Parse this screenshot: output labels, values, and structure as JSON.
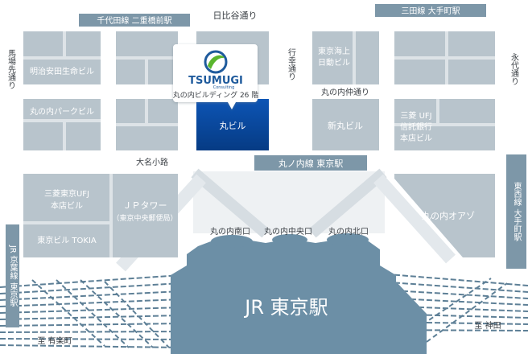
{
  "colors": {
    "background": "#ffffff",
    "block": "#b8c4cc",
    "block_edge": "#dde3e7",
    "road_area": "#eef1f3",
    "label_box": "#7d97a8",
    "station": "#6c8fa6",
    "rail_track": "#5d7f96",
    "highlight_top": "#0d55b5",
    "highlight_bottom": "#063b84",
    "text_dark": "#3a3f44",
    "text_white": "#ffffff",
    "logo_green": "#5ab52e",
    "logo_blue": "#1e5a9c"
  },
  "streets": {
    "hibiya_dori": "日比谷通り",
    "gyoko_dori": "行幸通り",
    "babasaki_dori": "馬場先通り",
    "eitai_dori": "永代通り",
    "daimyo_koji": "大名小路",
    "marunouchi_naka_dori": "丸の内仲通り",
    "to_yurakucho": "至 有楽町",
    "to_kanda": "至 神田"
  },
  "stations": {
    "chiyoda_nijubashimae": "千代田線 二重橋前駅",
    "mita_otemachi": "三田線 大手町駅",
    "marunouchi_tokyo": "丸ノ内線 東京駅",
    "tozai_otemachi": "東西線 大手町駅",
    "jr_keiyo_tokyo": "JR 京葉線 東京駅",
    "jr_tokyo": "JR 東京駅"
  },
  "buildings": {
    "meiji_yasuda": "明治安田生命ビル",
    "tokio_marine": [
      "東京海上",
      "日動ビル"
    ],
    "marunouchi_park": "丸の内パークビル",
    "marubiru": "丸ビル",
    "shin_marubiru": "新丸ビル",
    "mufg_trust": [
      "三菱 UFJ",
      "信託銀行",
      "本店ビル"
    ],
    "mufg_honten": [
      "三菱東京UFJ",
      "本店ビル"
    ],
    "tokyo_bldg_tokia": "東京ビル TOKIA",
    "jp_tower": [
      "ＪＰタワー",
      "（東京中央郵便局）"
    ],
    "marunouchi_oazo": "丸の内オアゾ"
  },
  "exits": {
    "south": "丸の内南口",
    "central": "丸の内中央口",
    "north": "丸の内北口"
  },
  "callout": {
    "logo_text": "TSUMUGI",
    "logo_sub": "Consulting",
    "address": "丸の内ビルディング 26 階",
    "logo_icon": "tsumugi-logo-icon"
  }
}
